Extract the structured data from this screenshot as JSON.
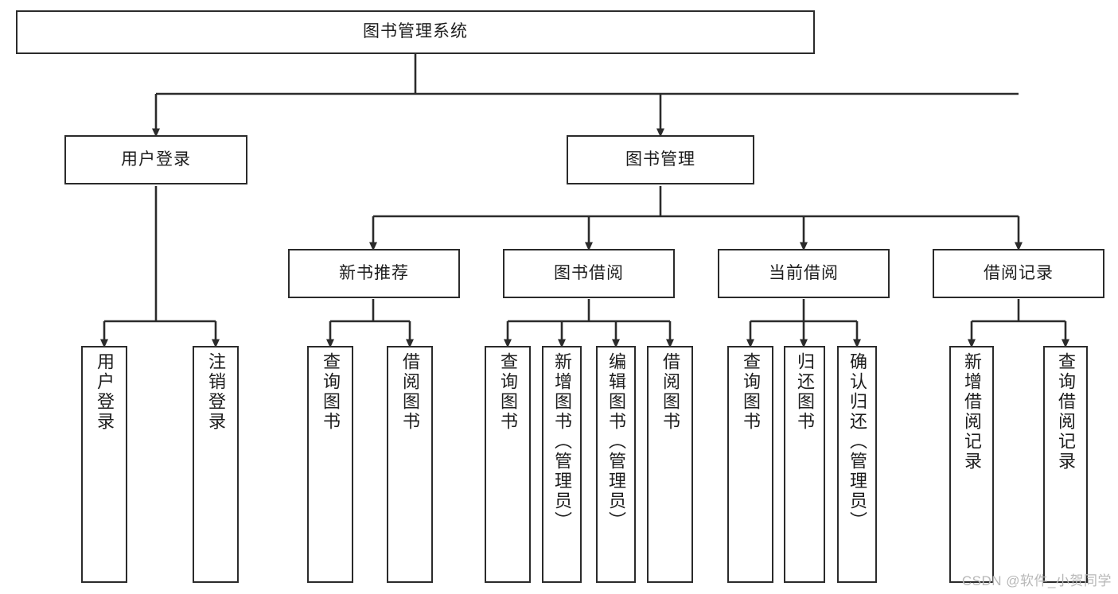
{
  "diagram": {
    "title": "图书管理系统",
    "type": "tree",
    "colors": {
      "box_border": "#2b2b2b",
      "box_fill": "#ffffff",
      "connector": "#2b2b2b",
      "text": "#1d1d1d",
      "watermark": "#b7b7b7"
    },
    "nodes": {
      "root": {
        "label": "图书管理系统"
      },
      "level2": [
        {
          "id": "user-login",
          "label": "用户登录"
        },
        {
          "id": "book-manage",
          "label": "图书管理"
        }
      ],
      "level3": [
        {
          "id": "new-book-recommend",
          "label": "新书推荐"
        },
        {
          "id": "book-borrow",
          "label": "图书借阅"
        },
        {
          "id": "current-borrow",
          "label": "当前借阅"
        },
        {
          "id": "borrow-record",
          "label": "借阅记录"
        }
      ],
      "leaves": {
        "user_login": [
          {
            "id": "leaf-user-login",
            "label": "用户登录"
          },
          {
            "id": "leaf-logout",
            "label": "注销登录"
          }
        ],
        "new_book_recommend": [
          {
            "id": "leaf-query-book-1",
            "label": "查询图书"
          },
          {
            "id": "leaf-borrow-book-1",
            "label": "借阅图书"
          }
        ],
        "book_borrow": [
          {
            "id": "leaf-query-book-2",
            "label": "查询图书"
          },
          {
            "id": "leaf-add-book",
            "label": "新增图书（管理员）"
          },
          {
            "id": "leaf-edit-book",
            "label": "编辑图书（管理员）"
          },
          {
            "id": "leaf-borrow-book-2",
            "label": "借阅图书"
          }
        ],
        "current_borrow": [
          {
            "id": "leaf-query-book-3",
            "label": "查询图书"
          },
          {
            "id": "leaf-return-book",
            "label": "归还图书"
          },
          {
            "id": "leaf-confirm-return",
            "label": "确认归还（管理员）"
          }
        ],
        "borrow_record": [
          {
            "id": "leaf-add-record",
            "label": "新增借阅记录"
          },
          {
            "id": "leaf-query-record",
            "label": "查询借阅记录"
          }
        ]
      }
    },
    "watermark": "CSDN @软件_小贺同学"
  }
}
